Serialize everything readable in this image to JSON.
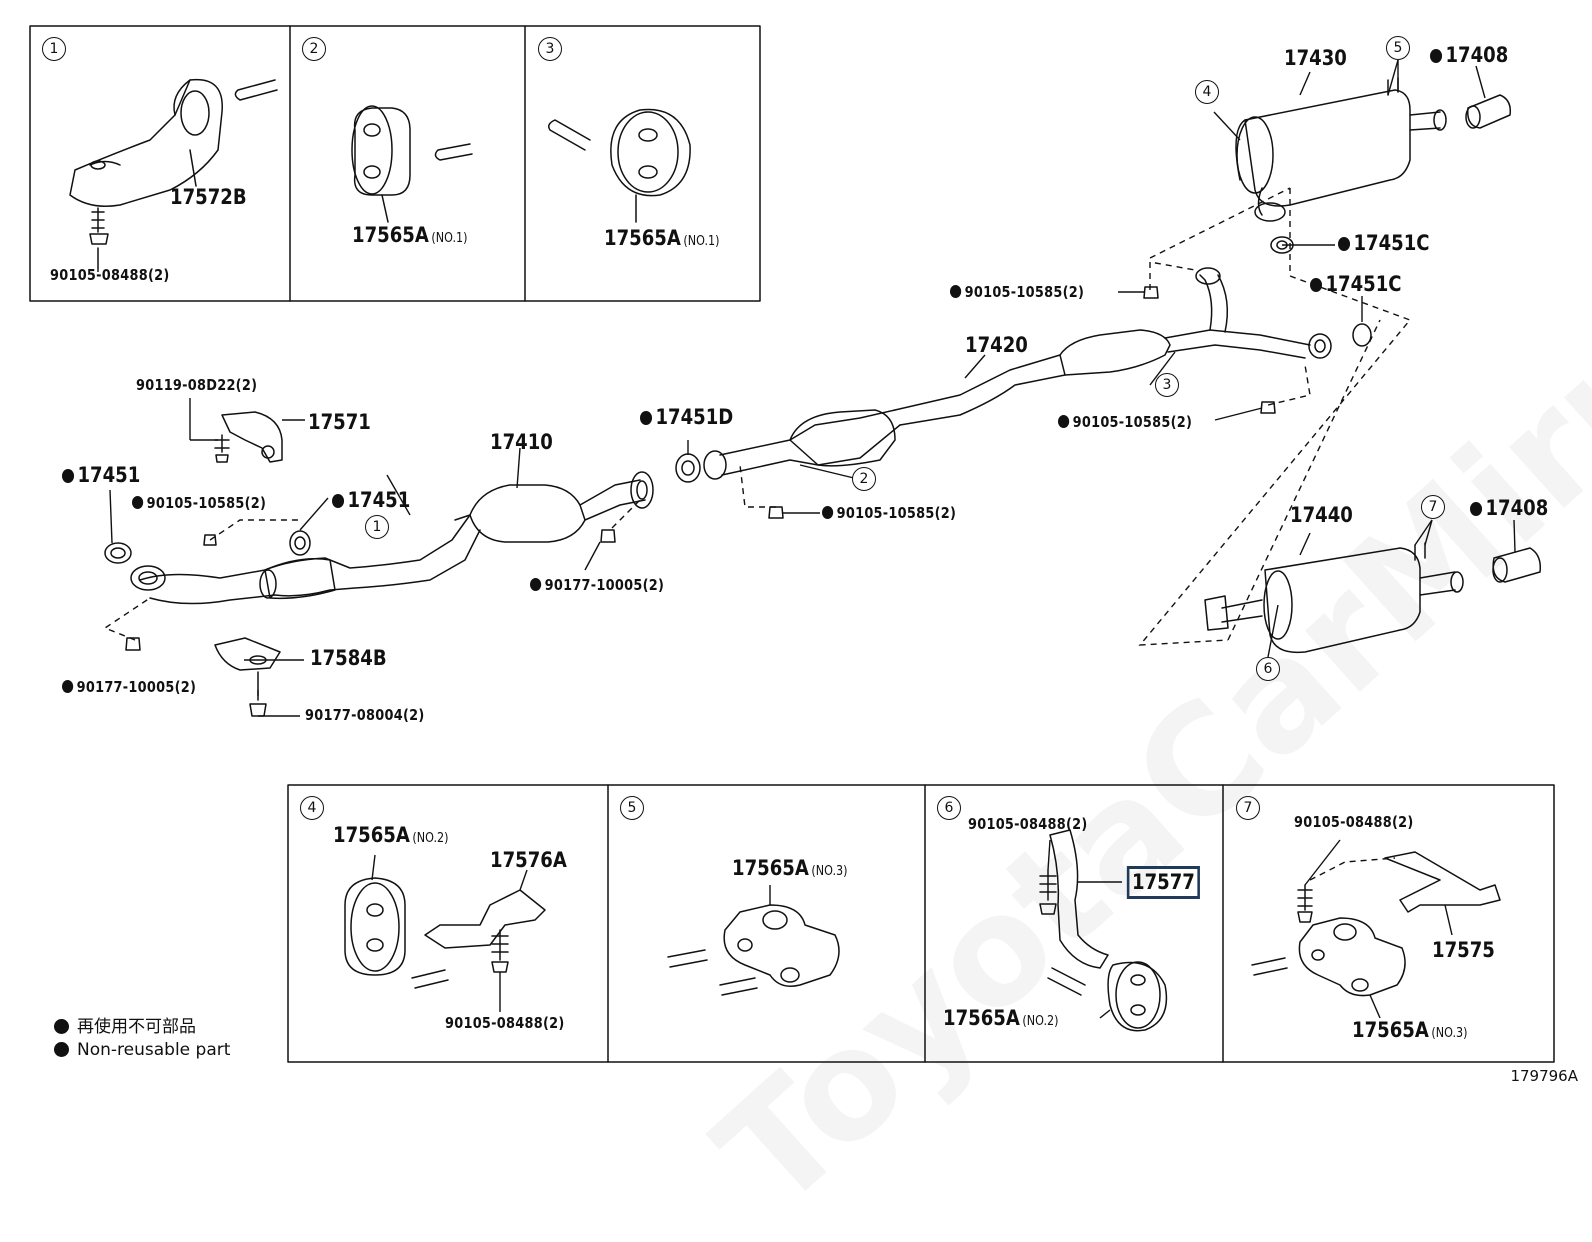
{
  "watermark": "ToyotaCarMirror.ru",
  "figure_id": "179796A",
  "legend": {
    "jp": "再使用不可部品",
    "en": "Non-reusable part"
  },
  "insets": {
    "i1": {
      "num": "1",
      "part": "17572B",
      "bolt": "90105-08488(2)"
    },
    "i2": {
      "num": "2",
      "part": "17565A",
      "note": "(NO.1)"
    },
    "i3": {
      "num": "3",
      "part": "17565A",
      "note": "(NO.1)"
    },
    "i4": {
      "num": "4",
      "part": "17565A",
      "note": "(NO.2)",
      "bracket": "17576A",
      "bolt": "90105-08488(2)"
    },
    "i5": {
      "num": "5",
      "part": "17565A",
      "note": "(NO.3)"
    },
    "i6": {
      "num": "6",
      "bolt": "90105-08488(2)",
      "bracket": "17577",
      "part": "17565A",
      "note": "(NO.2)"
    },
    "i7": {
      "num": "7",
      "bolt": "90105-08488(2)",
      "bracket": "17575",
      "part": "17565A",
      "note": "(NO.3)"
    }
  },
  "main": {
    "bolt_17571": "90119-08D22(2)",
    "p17571": "17571",
    "gasket_l1": "17451",
    "bolt_a": "90105-10585(2)",
    "gasket_l2": "17451",
    "nut_l": "90177-10005(2)",
    "p17584B": "17584B",
    "nut_b": "90177-08004(2)",
    "p17410": "17410",
    "nut_c": "90177-10005(2)",
    "gasket_d": "17451D",
    "bolt_c": "90105-10585(2)",
    "p17420": "17420",
    "bolt_d": "90105-10585(2)",
    "bolt_e": "90105-10585(2)",
    "gasket_c1": "17451C",
    "gasket_c2": "17451C",
    "p17430": "17430",
    "tip_1": "17408",
    "p17440": "17440",
    "tip_2": "17408",
    "c1": "1",
    "c2": "2",
    "c3": "3",
    "c4": "4",
    "c5": "5",
    "c6": "6",
    "c7": "7"
  }
}
